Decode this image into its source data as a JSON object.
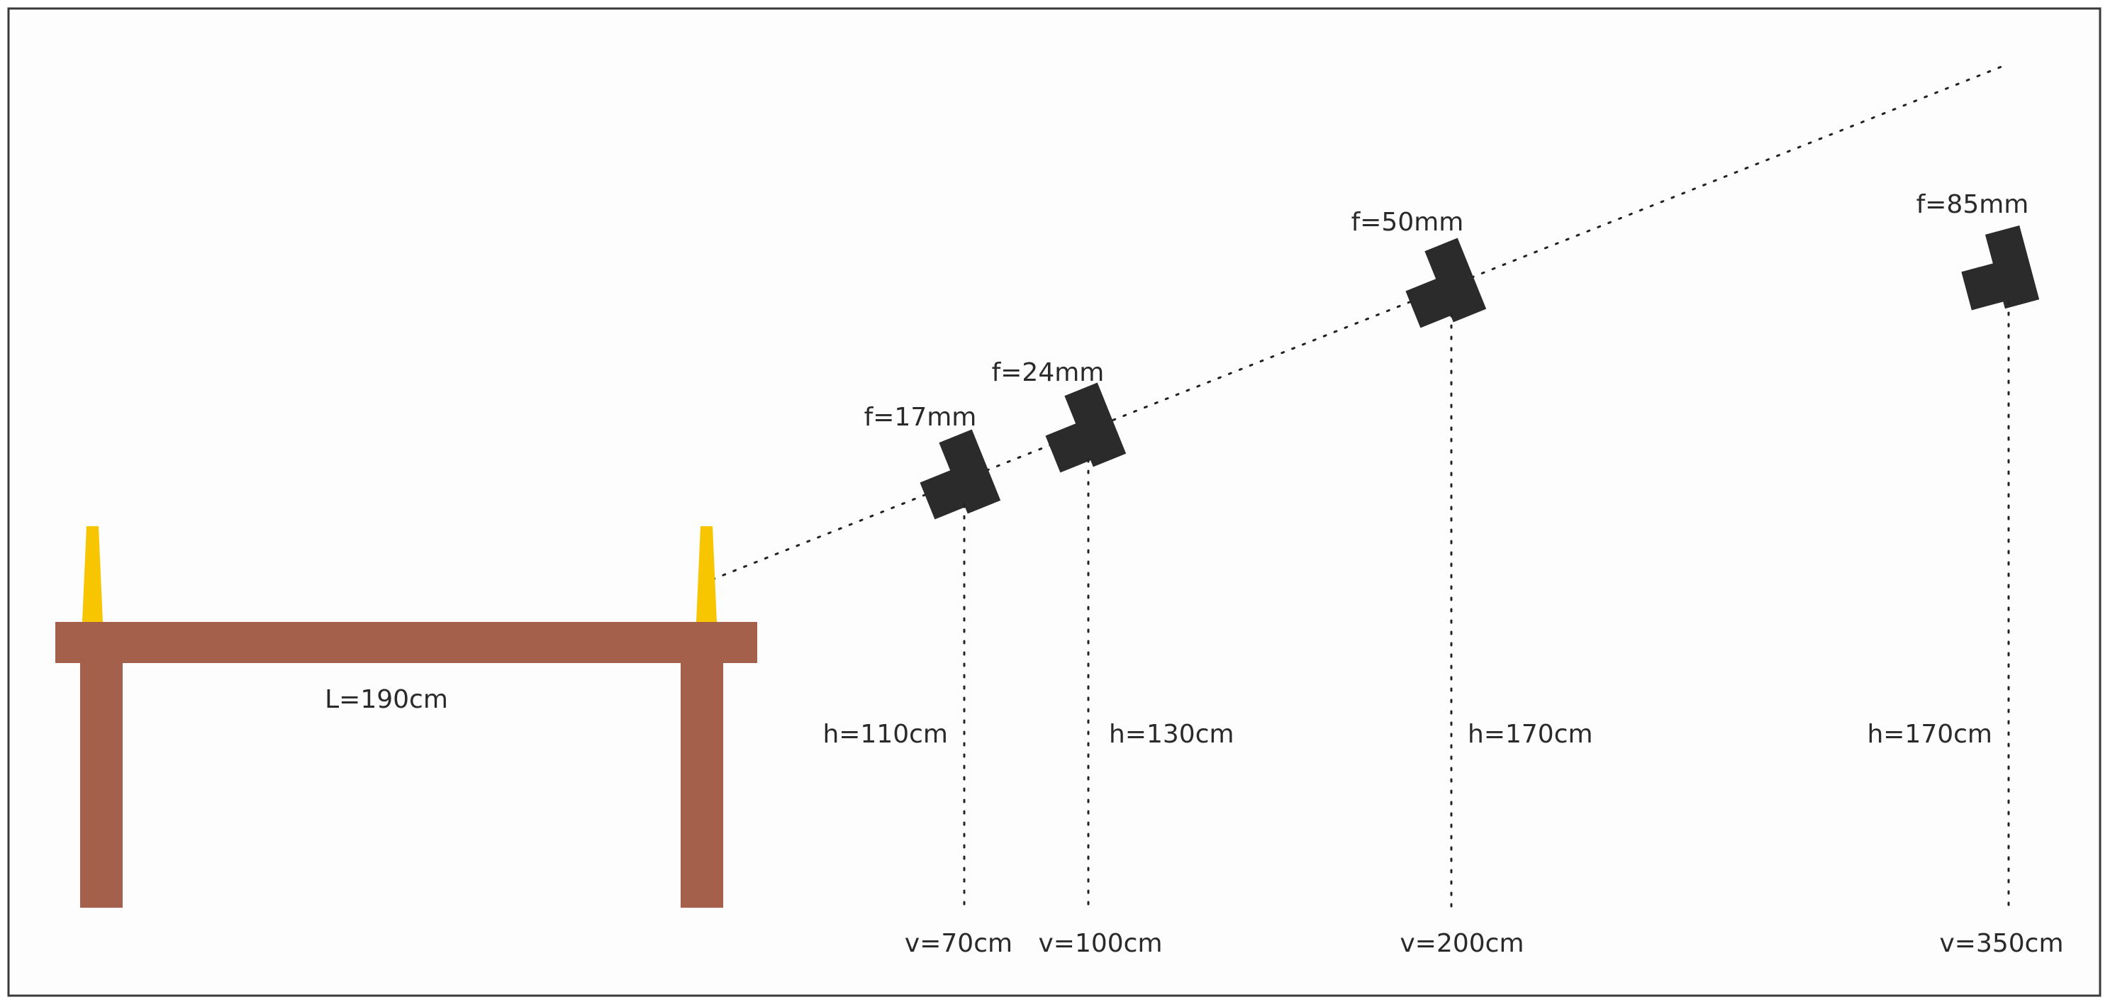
{
  "colors": {
    "background": "#fdfdfd",
    "frame": "#3a3a3a",
    "table": "#a4604b",
    "candle": "#f7c600",
    "camera": "#2b2b2b",
    "line": "#222222",
    "text": "#2a2a2a"
  },
  "table": {
    "length_label": "L=190cm"
  },
  "cameras": [
    {
      "focal_label": "f=17mm",
      "height_label": "h=110cm",
      "distance_label": "v=70cm"
    },
    {
      "focal_label": "f=24mm",
      "height_label": "h=130cm",
      "distance_label": "v=100cm"
    },
    {
      "focal_label": "f=50mm",
      "height_label": "h=170cm",
      "distance_label": "v=200cm"
    },
    {
      "focal_label": "f=85mm",
      "height_label": "h=170cm",
      "distance_label": "v=350cm"
    }
  ],
  "icons": {
    "camera": "camera-icon",
    "candle": "candle-icon"
  }
}
